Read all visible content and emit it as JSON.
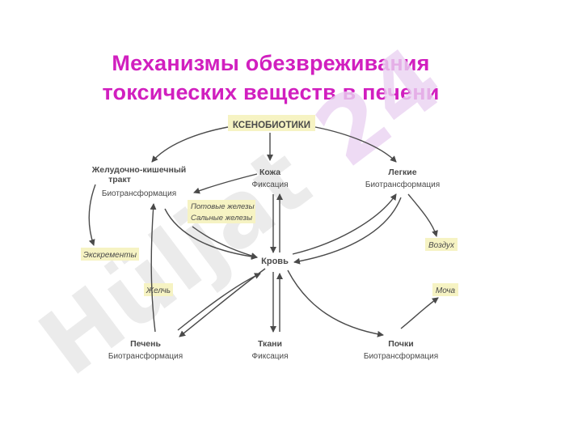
{
  "title": {
    "line1": "Механизмы обезвреживания",
    "line2": "токсических веществ в печени"
  },
  "nodes": {
    "xeno": "КСЕНОБИОТИКИ",
    "git_line1": "Желудочно-кишечный",
    "git_line2": "тракт",
    "git_sub": "Биотрансформация",
    "skin": "Кожа",
    "skin_sub": "Фиксация",
    "sweat": "Потовые железы",
    "sebaceous": "Сальные железы",
    "lungs": "Легкие",
    "lungs_sub": "Биотрансформация",
    "excrements": "Экскременты",
    "air": "Воздух",
    "blood": "Кровь",
    "bile": "Желчь",
    "urine": "Моча",
    "liver": "Печень",
    "liver_sub": "Биотрансформация",
    "tissues": "Ткани",
    "tissues_sub": "Фиксация",
    "kidneys": "Почки",
    "kidneys_sub": "Биотрансформация"
  },
  "watermark": "Hüljat 24",
  "colors": {
    "title": "#d11fbf",
    "highlight": "#f6f3c3",
    "text": "#4a4a4a"
  }
}
